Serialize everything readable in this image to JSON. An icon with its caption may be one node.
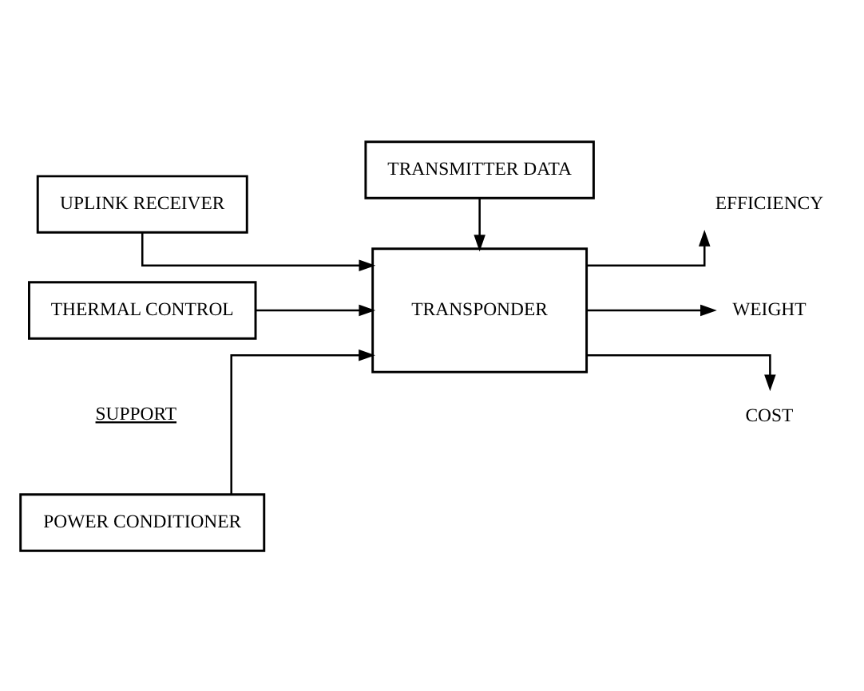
{
  "diagram": {
    "nodes": [
      {
        "text": [
          "POWER CONDITIONER"
        ]
      },
      {
        "text": [
          "UPLINK RECEIVER"
        ]
      },
      {
        "text": [
          "THERMAL CONTROL"
        ]
      },
      {
        "text": [
          "TRANSMITTER DATA"
        ]
      },
      {
        "text": [
          "TRANSPONDER"
        ]
      },
      {
        "text": [
          "EFFICIENCY"
        ]
      },
      {
        "text": [
          "WEIGHT"
        ]
      },
      {
        "text": [
          "COST"
        ]
      }
    ],
    "edges": [
      {
        "from": 0,
        "to": 4,
        "arrow": "to"
      },
      {
        "from": 1,
        "to": 4,
        "arrow": "to"
      },
      {
        "from": 2,
        "to": 4,
        "arrow": "to"
      },
      {
        "from": 3,
        "to": 4,
        "arrow": "to"
      },
      {
        "from": 4,
        "to": 5,
        "arrow": "to"
      },
      {
        "from": 4,
        "to": 6,
        "arrow": "to"
      },
      {
        "from": 4,
        "to": 7,
        "arrow": "to"
      }
    ],
    "labels": [
      "SUPPORT"
    ]
  }
}
